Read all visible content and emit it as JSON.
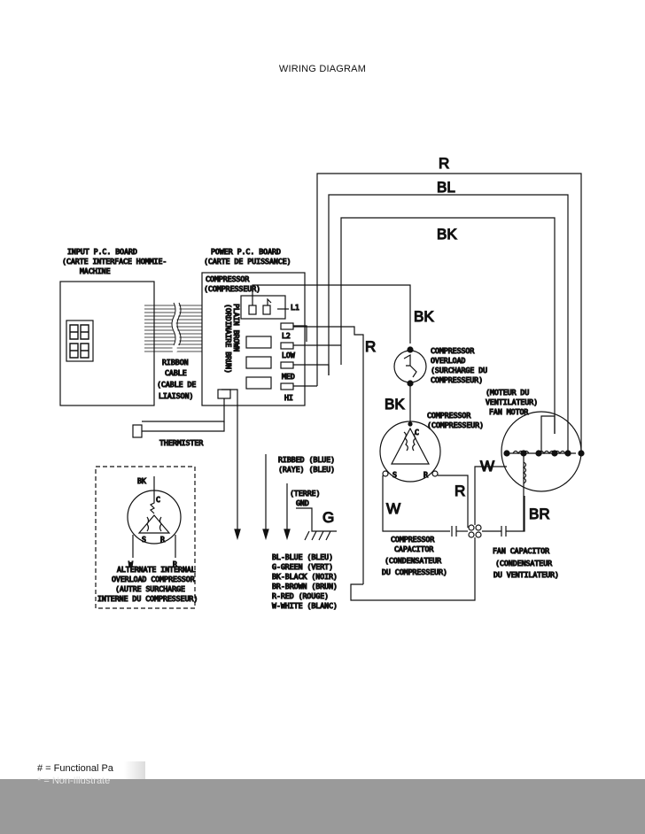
{
  "title": "WIRING DIAGRAM",
  "wire_labels": {
    "r": "R",
    "bl": "BL",
    "bk": "BK",
    "bk2": "BK",
    "r2": "R",
    "bk3": "BK",
    "w": "W",
    "r3": "R",
    "w2": "W",
    "br": "BR",
    "g": "G"
  },
  "input_board": {
    "line1": "INPUT P.C. BOARD",
    "line2": "(CARTE INTERFACE HOMMIE-",
    "line3": "MACHINE"
  },
  "power_board": {
    "line1": "POWER P.C. BOARD",
    "line2": "(CARTE DE PUISSANCE)"
  },
  "compressor_relay": {
    "line1": "COMPRESSOR",
    "line2": "(COMPRESSEUR)"
  },
  "terminals": {
    "l1": "L1",
    "l2": "L2",
    "low": "LOW",
    "med": "MED",
    "hi": "HI"
  },
  "plain_brown": {
    "line1": "PLAIN BROWN",
    "line2": "(ORDINAIRE BRUN)"
  },
  "ribbon": {
    "line1": "RIBBON",
    "line2": "CABLE",
    "line3": "(CABLE DE",
    "line4": "LIAISON)"
  },
  "thermister": "THERMISTER",
  "overload": {
    "line1": "COMPRESSOR",
    "line2": "OVERLOAD",
    "line3": "(SURCHARGE DU",
    "line4": "COMPRESSEUR)"
  },
  "compressor": {
    "line1": "COMPRESSOR",
    "line2": "(COMPRESSEUR)",
    "c": "C",
    "s": "S",
    "r": "R"
  },
  "fan_motor": {
    "line1": "(MOTEUR DU",
    "line2": "VENTILATEUR)",
    "line3": "FAN MOTOR"
  },
  "compressor_capacitor": {
    "line1": "COMPRESSOR",
    "line2": "CAPACITOR",
    "line3": "(CONDENSATEUR",
    "line4": "DU COMPRESSEUR)"
  },
  "fan_capacitor": {
    "line1": "FAN CAPACITOR",
    "line2": "(CONDENSATEUR",
    "line3": "DU VENTILATEUR)"
  },
  "alternate": {
    "bk": "BK",
    "c": "C",
    "s": "S",
    "r": "R",
    "w": "W",
    "rr": "R",
    "line1": "ALTERNATE INTERNAL",
    "line2": "OVERLOAD COMPRESSOR",
    "line3": "(AUTRE SURCHARGE",
    "line4": "INTERNE DU COMPRESSEUR)"
  },
  "legend": {
    "ribbed": "RIBBED  (BLUE)",
    "raye": "(RAYE)   (BLEU)",
    "terre": "(TERRE)",
    "gnd": "GND",
    "items": [
      "BL-BLUE (BLEU)",
      "G-GREEN (VERT)",
      "BK-BLACK (NOIR)",
      "BR-BROWN (BRUN)",
      "R-RED (ROUGE)",
      "W-WHITE (BLANC)"
    ]
  },
  "footer": {
    "note1": "# = Functional Pa",
    "note2": "* = Non-Illustrate"
  }
}
